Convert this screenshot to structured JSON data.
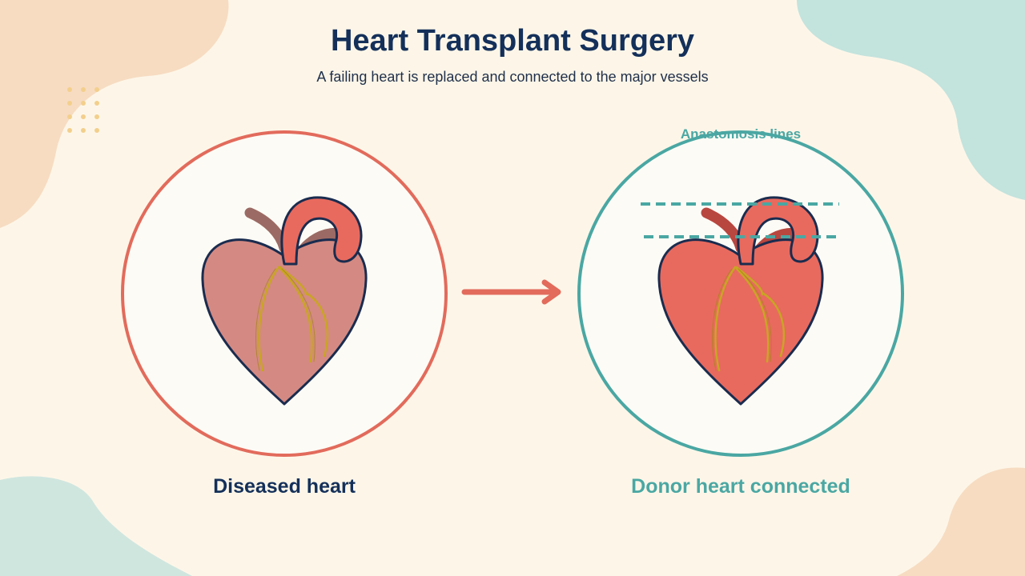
{
  "header": {
    "title": "Heart Transplant Surgery",
    "subtitle": "A failing heart is replaced and connected to the major vessels"
  },
  "panels": {
    "left": {
      "caption": "Diseased heart"
    },
    "right": {
      "caption": "Donor heart connected",
      "annotation": "Anastomosis lines"
    }
  },
  "icons": {
    "diseased_heart": "heart-illustration",
    "donor_heart": "heart-illustration",
    "arrow": "arrow-right-icon"
  },
  "colors": {
    "background": "#fdf6e8",
    "navy": "#14305a",
    "coral": "#e26b5c",
    "teal": "#4aa7a3",
    "diseased_heart_fill": "#d48a82",
    "donor_heart_fill": "#e86a5e",
    "coronary_vessel": "#c9a524",
    "blob_peach": "#f7dcc2",
    "blob_mint": "#c3e3dd",
    "dot_yellow": "#f3cf8c"
  }
}
